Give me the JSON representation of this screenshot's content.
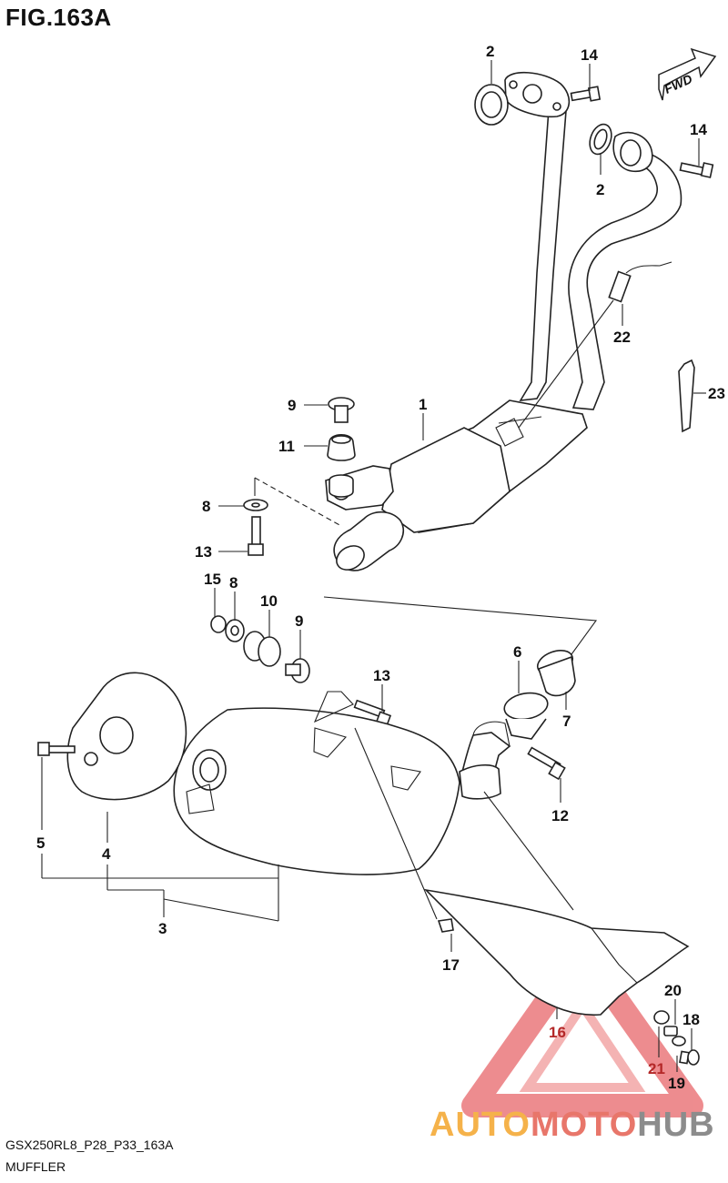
{
  "figure_title": "FIG.163A",
  "model_code": "GSX250RL8_P28_P33_163A",
  "section_name": "MUFFLER",
  "fwd_label": "FWD",
  "callouts": {
    "c1": "1",
    "c2a": "2",
    "c2b": "2",
    "c3": "3",
    "c4": "4",
    "c5": "5",
    "c6": "6",
    "c7": "7",
    "c8a": "8",
    "c8b": "8",
    "c9a": "9",
    "c9b": "9",
    "c10": "10",
    "c11": "11",
    "c12": "12",
    "c13a": "13",
    "c13b": "13",
    "c14a": "14",
    "c14b": "14",
    "c15": "15",
    "c16": "16",
    "c17": "17",
    "c18": "18",
    "c19": "19",
    "c20": "20",
    "c21": "21",
    "c22": "22",
    "c23": "23"
  },
  "watermark": {
    "part1": "AUTO",
    "part2": "MOTO",
    "part3": "HUB",
    "color1": "#f5b24a",
    "color2": "#e8766a",
    "color3": "#8c8c8c"
  }
}
